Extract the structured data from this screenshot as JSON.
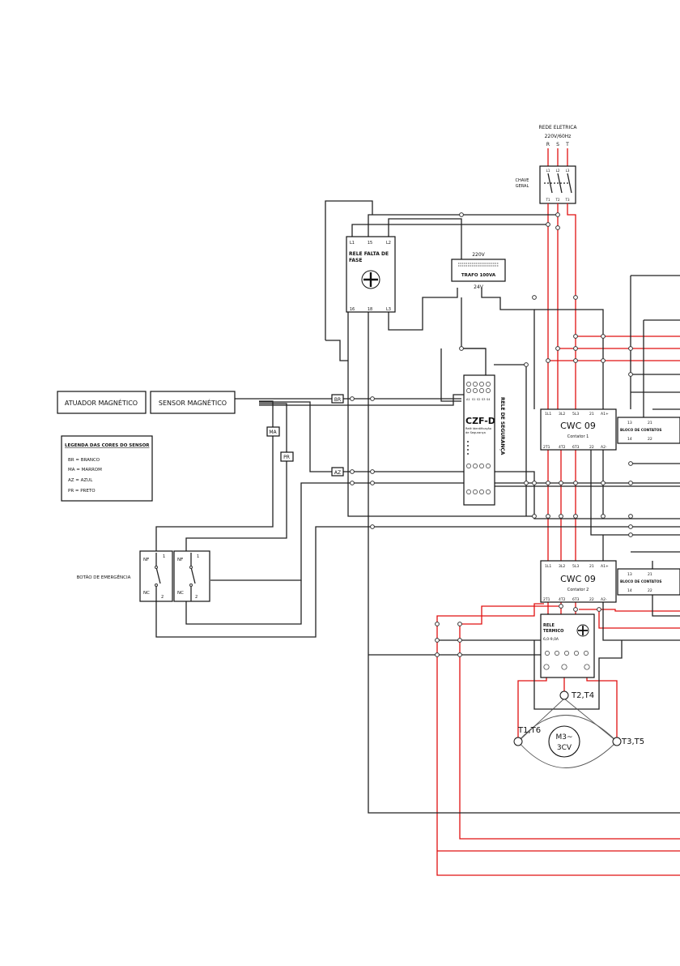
{
  "supply": {
    "title": "REDE ELETRICA",
    "spec": "220V/60Hz",
    "phases": [
      "R",
      "S",
      "T"
    ]
  },
  "main_switch": {
    "label_line1": "CHAVE",
    "label_line2": "GERAL",
    "top_terminals": [
      "L1",
      "L2",
      "L3"
    ],
    "bottom_terminals": [
      "T1",
      "T2",
      "T3"
    ]
  },
  "phase_relay": {
    "title_line1": "RELE FALTA DE",
    "title_line2": "FASE",
    "top_terminals": [
      "L1",
      "15",
      "L2"
    ],
    "bottom_terminals": [
      "16",
      "18",
      "L3"
    ]
  },
  "transformer": {
    "primary": "220V",
    "label": "TRAFO 100VA",
    "secondary": "24V"
  },
  "actuator": {
    "label": "ATUADOR MAGNÉTICO"
  },
  "sensor": {
    "label": "SENSOR MAGNÉTICO"
  },
  "wire_tags": {
    "br": "BR",
    "ma": "MA",
    "pr": "PR",
    "az": "AZ"
  },
  "legend": {
    "title": "LEGENDA DAS CORES DO SENSOR",
    "items": [
      "BR = BRANCO",
      "MA = MARROM",
      "AZ = AZUL",
      "PR = PRETO"
    ]
  },
  "safety_relay": {
    "model": "CZF-D",
    "subtitle_line1": "Relé Identificação",
    "subtitle_line2": "de Segurança",
    "side_label": "RELE DE SEGURANÇA",
    "top_terminals": [
      "A1",
      "S1",
      "S2",
      "S3",
      "S4"
    ]
  },
  "contactor1": {
    "top_terminals": [
      "1L1",
      "3L2",
      "5L3",
      "21",
      "A1+"
    ],
    "model": "CWC 09",
    "name": "Contator 1",
    "bottom_terminals": [
      "2T1",
      "4T2",
      "6T3",
      "22",
      "A2-"
    ],
    "aux_block": {
      "top": [
        "13",
        "21"
      ],
      "name": "BLOCO DE CONTATOS",
      "bottom": [
        "14",
        "22"
      ]
    }
  },
  "contactor2": {
    "top_terminals": [
      "1L1",
      "3L2",
      "5L3",
      "21",
      "A1+"
    ],
    "model": "CWC 09",
    "name": "Contator 2",
    "bottom_terminals": [
      "2T1",
      "4T2",
      "6T3",
      "22",
      "A2-"
    ],
    "aux_block": {
      "top": [
        "13",
        "21"
      ],
      "name": "BLOCO DE CONTATOS",
      "bottom": [
        "14",
        "22"
      ]
    }
  },
  "thermal_relay": {
    "title_line1": "RELE",
    "title_line2": "TERMICO",
    "setting": "6,0-9,0A"
  },
  "emergency": {
    "label": "BOTÃO DE EMERGÊNCIA",
    "nf": "NF",
    "nc": "NC",
    "pin_top": "1",
    "pin_bottom": "2"
  },
  "motor": {
    "line1": "M3~",
    "line2": "3CV",
    "t_top": "T2,T4",
    "t_left": "T1,T6",
    "t_right": "T3,T5"
  }
}
